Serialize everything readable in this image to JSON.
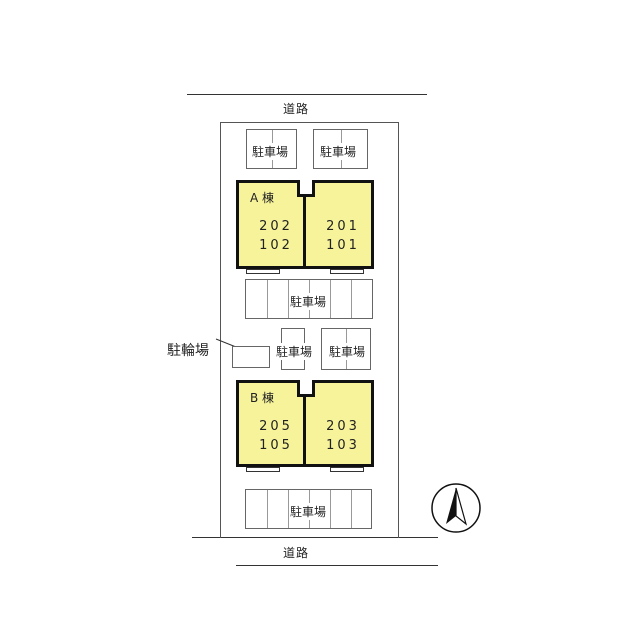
{
  "roads": {
    "top_label": "道路",
    "bottom_label": "道路"
  },
  "parking": {
    "top_left": "駐車場",
    "top_right": "駐車場",
    "middle_row": "駐車場",
    "center_left": "駐車場",
    "center_right": "駐車場",
    "bottom_row": "駐車場"
  },
  "bicycle_parking": {
    "label": "駐輪場"
  },
  "building_a": {
    "label": "A 棟",
    "left_upper": "202",
    "left_lower": "102",
    "right_upper": "201",
    "right_lower": "101"
  },
  "building_b": {
    "label": "B 棟",
    "left_upper": "205",
    "left_lower": "105",
    "right_upper": "203",
    "right_lower": "103"
  },
  "compass": {
    "icon": "north-arrow-icon"
  },
  "colors": {
    "unit_fill": "#f6f39a",
    "outline": "#111111"
  }
}
